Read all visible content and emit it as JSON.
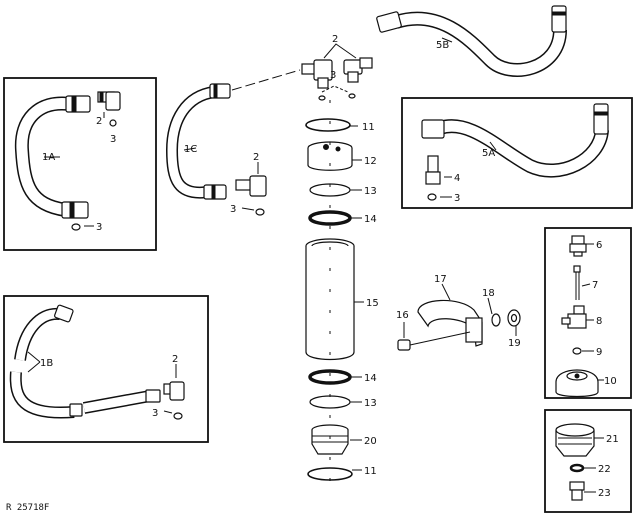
{
  "figure_ref": "R 25718F",
  "callouts": {
    "c1A": "1A",
    "c1B": "1B",
    "c1C": "1C",
    "c5A": "5A",
    "c5B": "5B",
    "c2a": "2",
    "c2b": "2",
    "c2c": "2",
    "c2d": "2",
    "c3a": "3",
    "c3b": "3",
    "c3c": "3",
    "c3d": "3",
    "c3e": "3",
    "c3f": "3",
    "c4": "4",
    "c6": "6",
    "c7": "7",
    "c8": "8",
    "c9": "9",
    "c10": "10",
    "c11a": "11",
    "c11b": "11",
    "c12": "12",
    "c13a": "13",
    "c13b": "13",
    "c14a": "14",
    "c14b": "14",
    "c15": "15",
    "c16": "16",
    "c17": "17",
    "c18": "18",
    "c19": "19",
    "c20": "20",
    "c21": "21",
    "c22": "22",
    "c23": "23"
  }
}
